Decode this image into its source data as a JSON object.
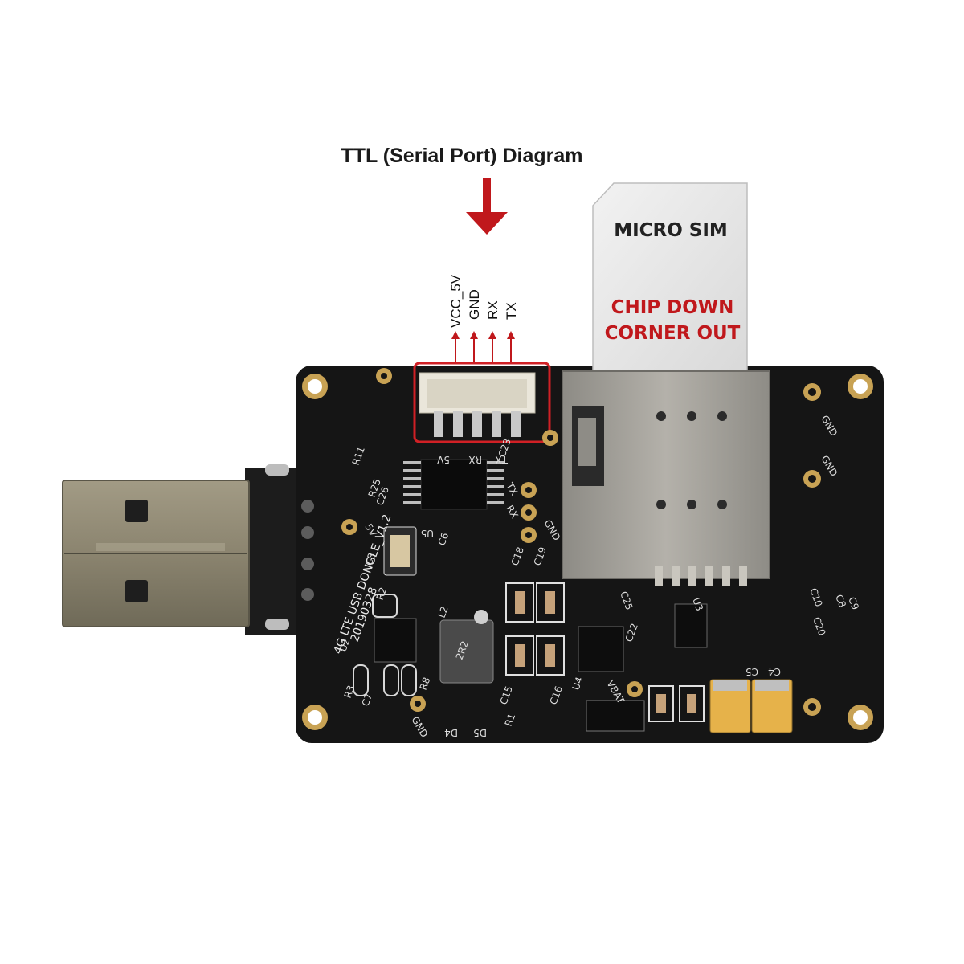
{
  "diagram": {
    "title": "TTL (Serial Port) Diagram",
    "pins": [
      "VCC_5V",
      "GND",
      "RX",
      "TX"
    ],
    "sim_card": {
      "label": "MICRO SIM",
      "instruction_line1": "CHIP DOWN",
      "instruction_line2": "CORNER OUT"
    },
    "board": {
      "silkscreen_name": "4G LTE USB DONGLE_V1.2",
      "silkscreen_date": "20190328",
      "header_labels": [
        "5V",
        "RX",
        "TX"
      ],
      "pads": [
        "GND",
        "GND",
        "GND",
        "VBAT",
        "5V",
        "RX",
        "TX",
        "GND"
      ],
      "component_refs": [
        "C3",
        "R2",
        "U2",
        "R3",
        "R8",
        "C7",
        "D4",
        "D5",
        "L2",
        "C15",
        "C16",
        "C18",
        "C19",
        "C22",
        "C25",
        "U3",
        "U4",
        "C4",
        "C5",
        "C8",
        "C9",
        "C10",
        "R11",
        "R25",
        "C23",
        "C26",
        "C20",
        "U5",
        "C6",
        "R1"
      ],
      "inductor_marking": "2R2"
    },
    "colors": {
      "arrow": "#c0181c",
      "highlight_box": "#d02025",
      "sim_text": "#222222",
      "sim_instruction": "#c0181c",
      "pcb": "#151515",
      "usb": "#8c8570"
    }
  }
}
